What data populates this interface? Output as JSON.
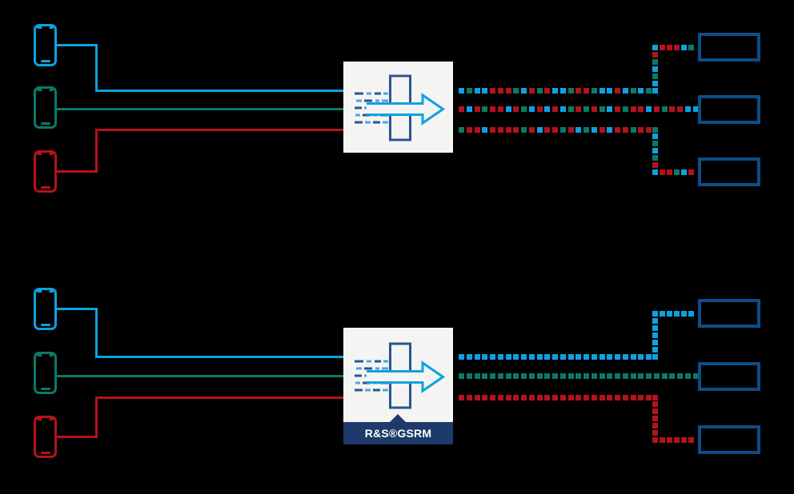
{
  "colors": {
    "blue": "#0da2df",
    "green": "#0b7a67",
    "red": "#b5121b",
    "receiver_outline": "#0d4c87",
    "banner_navy": "#1d3a6b",
    "icon_navy": "#2b5492",
    "icon_lightblue": "#49a8de",
    "panel_white": "#f4f4f3",
    "background": "#000000"
  },
  "diagrams": [
    {
      "name": "without-router-mixed-streams",
      "label": "",
      "senders": [
        {
          "device": "smartphone",
          "color": "blue"
        },
        {
          "device": "smartphone",
          "color": "green"
        },
        {
          "device": "smartphone",
          "color": "red"
        }
      ],
      "receivers": [
        {
          "shape": "box"
        },
        {
          "shape": "box"
        },
        {
          "shape": "box"
        }
      ],
      "streams": [
        {
          "to_receiver": 1,
          "route": "up",
          "main": "BTBBRRRTBRTRBBTRRTBBRBTBT",
          "corner": "BBTBTR",
          "tail": "BRRRBT"
        },
        {
          "to_receiver": 2,
          "route": "straight",
          "main": "RBRTRRBRTBRBRBTRTRTBRTRRBRTRRBB"
        },
        {
          "to_receiver": 3,
          "route": "down",
          "main": "TRRBRRRRTRBRRTRBTBRBRRTRR",
          "corner": "TBTBTR",
          "tail": "BRRTBR"
        }
      ]
    },
    {
      "name": "with-gsrm-router-sorted-streams",
      "label": "R&S®GSRM",
      "senders": [
        {
          "device": "smartphone",
          "color": "blue"
        },
        {
          "device": "smartphone",
          "color": "green"
        },
        {
          "device": "smartphone",
          "color": "red"
        }
      ],
      "receivers": [
        {
          "shape": "box"
        },
        {
          "shape": "box"
        },
        {
          "shape": "box"
        }
      ],
      "streams": [
        {
          "to_receiver": 1,
          "route": "up",
          "main": "BBBBBBBBBBBBBBBBBBBBBBBBB",
          "corner": "BBBBBB",
          "tail": "BBBBBB"
        },
        {
          "to_receiver": 2,
          "route": "straight",
          "main": "TTTTTTTTTTTTTTTTTTTTTTTTTTTTTTT"
        },
        {
          "to_receiver": 3,
          "route": "down",
          "main": "RRRRRRRRRRRRRRRRRRRRRRRRR",
          "corner": "RRRRRR",
          "tail": "RRRRRR"
        }
      ]
    }
  ]
}
